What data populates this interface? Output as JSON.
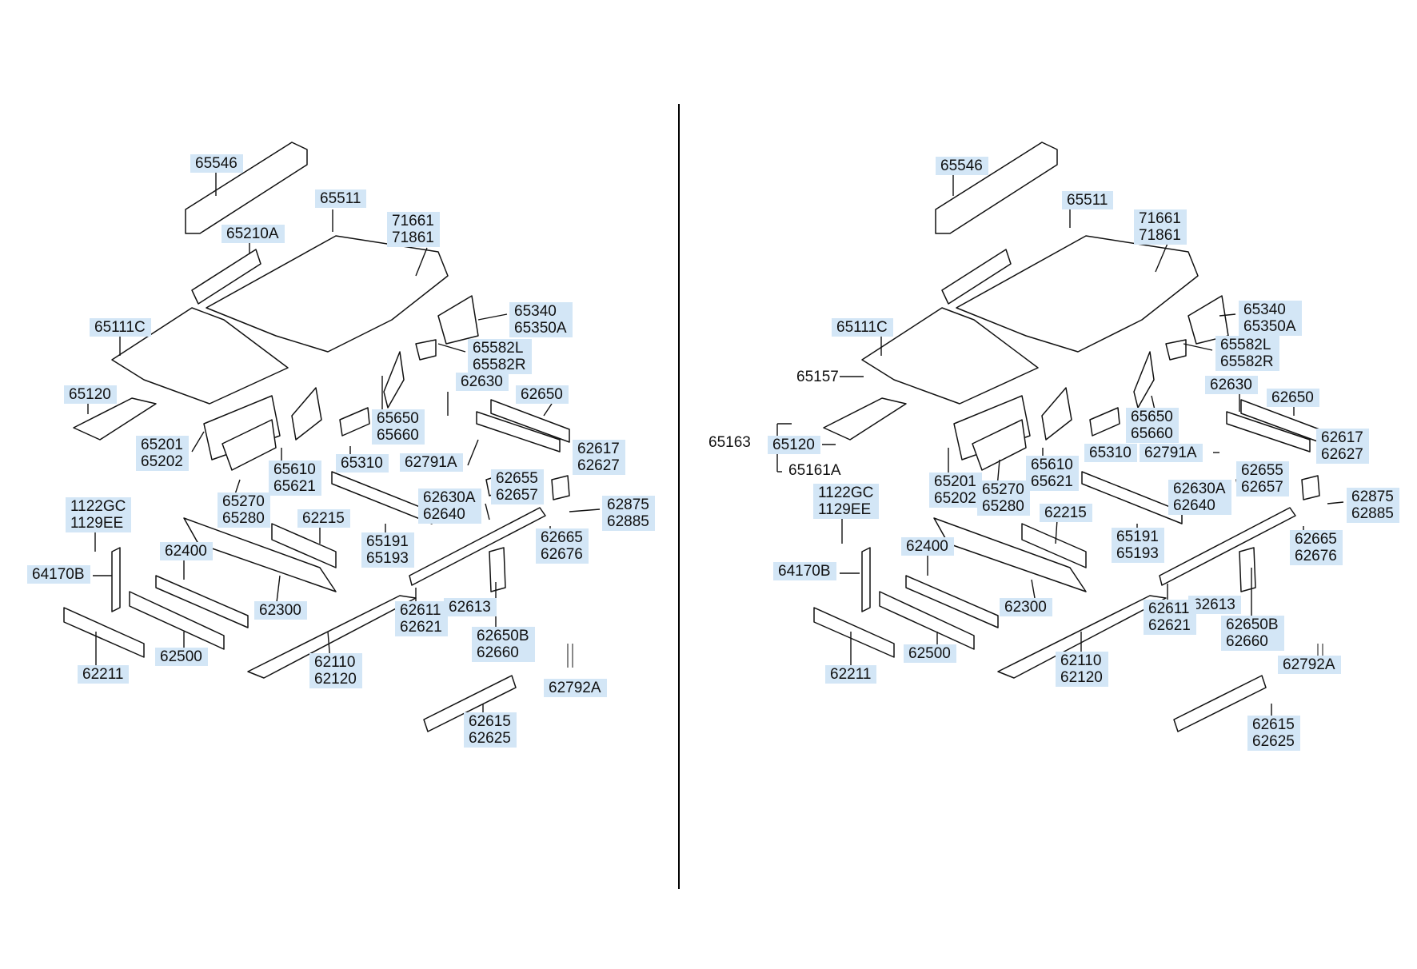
{
  "diagram": {
    "divider_color": "#000000",
    "highlight_color": "#d3e6f6",
    "line_color": "#111111",
    "left_panel": {
      "labels": {
        "p65546": "65546",
        "p65511": "65511",
        "p71861": "71661\n71861",
        "p65210A": "65210A",
        "p65111C": "65111C",
        "p65340": "65340\n65350A",
        "p65582": "65582L\n65582R",
        "p62630": "62630",
        "p65120": "65120",
        "p65650": "65650\n65660",
        "p62650": "62650",
        "p65201": "65201\n65202",
        "p65610": "65610\n65621",
        "p65310": "65310",
        "p62791A": "62791A",
        "p62617": "62617\n62627",
        "p65270": "65270\n65280",
        "p62655": "62655\n62657",
        "p62630A": "62630A\n62640",
        "p62875": "62875\n62885",
        "p1122GC": "1122GC\n1129EE",
        "p62215": "62215",
        "p65191": "65191\n65193",
        "p62665": "62665\n62676",
        "p62400": "62400",
        "p64170B": "64170B",
        "p62300": "62300",
        "p62611": "62611\n62621",
        "p62613": "62613",
        "p62650B": "62650B\n62660",
        "p62500": "62500",
        "p62110": "62110\n62120",
        "p62211": "62211",
        "p62792A": "62792A",
        "p62615": "62615\n62625"
      }
    },
    "right_panel": {
      "labels": {
        "p65546": "65546",
        "p65511": "65511",
        "p71861": "71661\n71861",
        "p65340": "65340\n65350A",
        "p65111C": "65111C",
        "p65582": "65582L\n65582R",
        "p65157": "65157",
        "p62630": "62630",
        "p62650": "62650",
        "p65163": "65163",
        "p65120": "65120",
        "p65650": "65650\n65660",
        "p65310": "65310",
        "p62791A": "62791A",
        "p62617": "62617\n62627",
        "p65161A": "65161A",
        "p65610": "65610\n65621",
        "p62655": "62655\n62657",
        "p65201": "65201\n65202",
        "p65270": "65270\n65280",
        "p62630A": "62630A\n62640",
        "p62875": "62875\n62885",
        "p1122GC": "1122GC\n1129EE",
        "p62215": "62215",
        "p65191": "65191\n65193",
        "p62665": "62665\n62676",
        "p62400": "62400",
        "p64170B": "64170B",
        "p62613": "62613",
        "p62611": "62611\n62621",
        "p62300": "62300",
        "p62650B": "62650B\n62660",
        "p62500": "62500",
        "p62792A": "62792A",
        "p62211": "62211",
        "p62110": "62110\n62120",
        "p62615": "62615\n62625"
      }
    }
  }
}
